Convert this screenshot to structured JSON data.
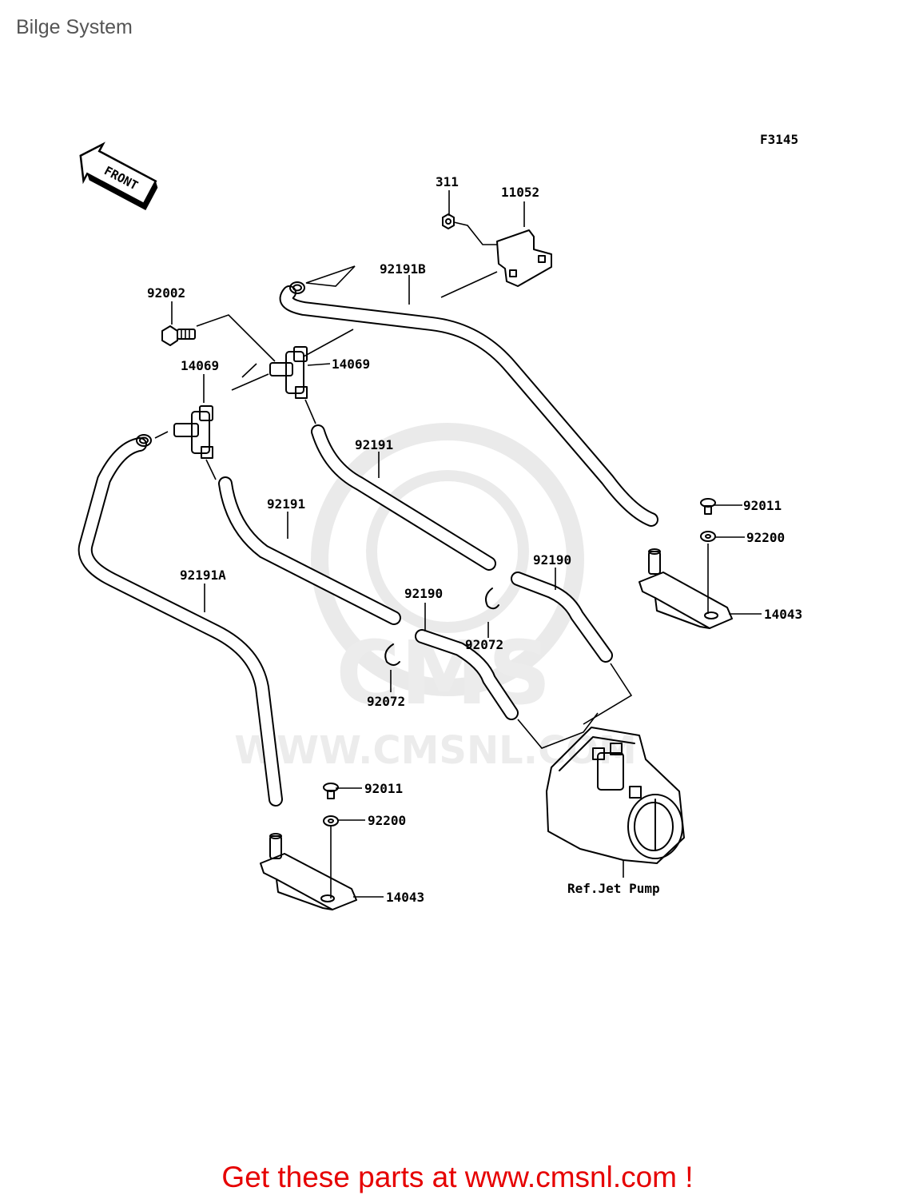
{
  "page": {
    "title": "Bilge System"
  },
  "diagram": {
    "code": "F3145",
    "front_label": "FRONT",
    "parts": {
      "p311": "311",
      "p11052": "11052",
      "p92191b": "92191B",
      "p92002": "92002",
      "p14069_right": "14069",
      "p14069_left": "14069",
      "p92191_upper": "92191",
      "p92191_lower": "92191",
      "p92011_right": "92011",
      "p92200_right": "92200",
      "p92190_right": "92190",
      "p92190_left": "92190",
      "p14043_right": "14043",
      "p92191a": "92191A",
      "p92072_right": "92072",
      "p92072_left": "92072",
      "p92011_left": "92011",
      "p92200_left": "92200",
      "p14043_left": "14043",
      "ref_jet_pump": "Ref.Jet Pump"
    },
    "watermark": {
      "text": "WWW.CMSNL.COM",
      "logo": "CMS"
    }
  },
  "footer": {
    "cta": "Get these parts at www.cmsnl.com !",
    "color": "#e60000"
  }
}
